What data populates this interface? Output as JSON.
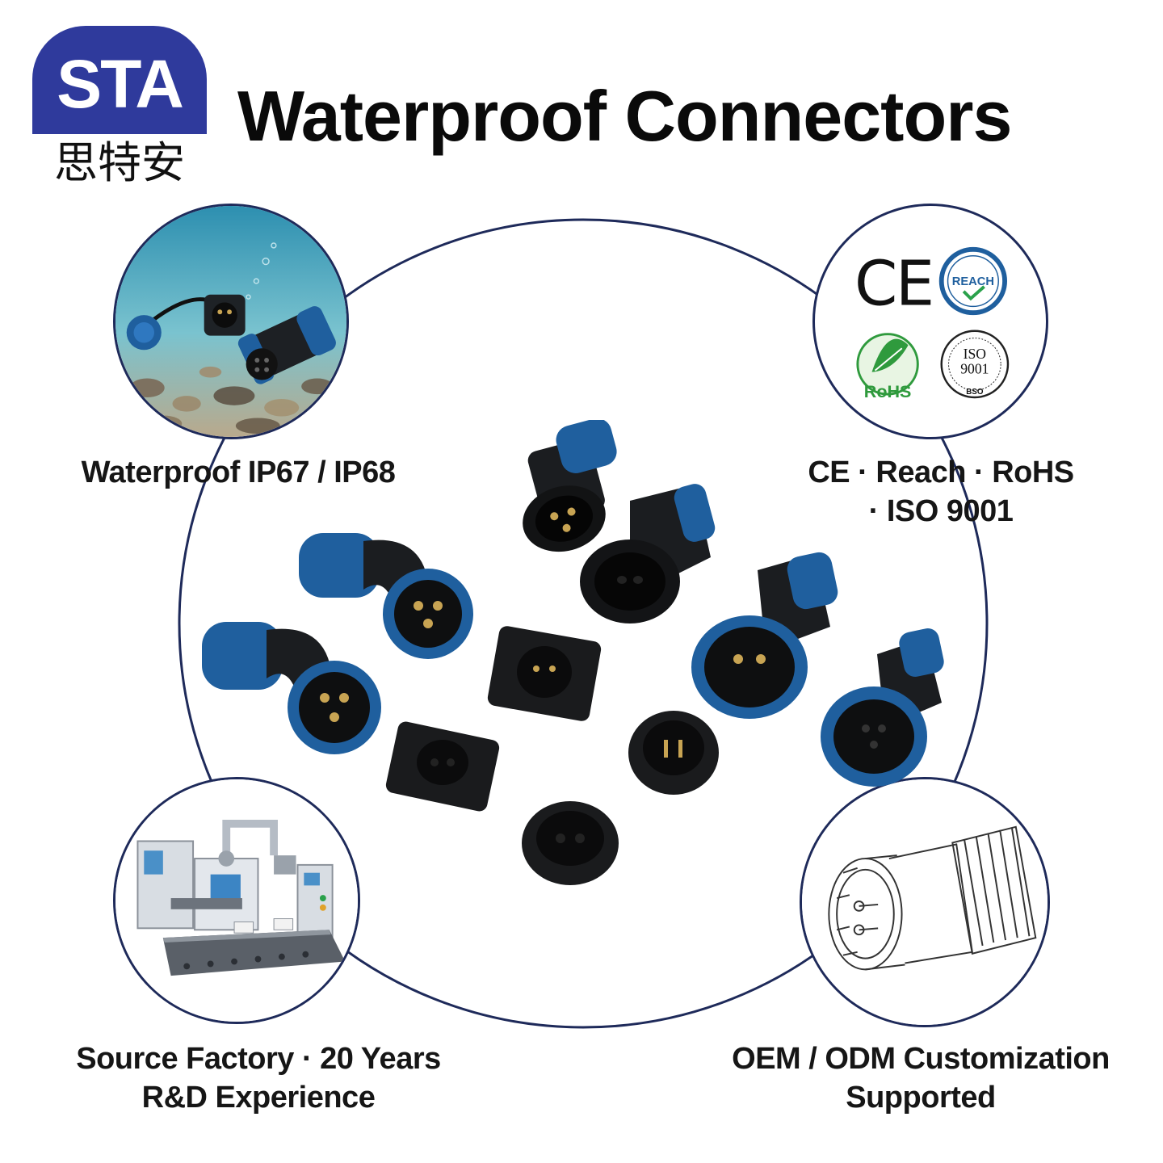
{
  "brand": {
    "logo_text": "STA",
    "logo_cn": "思特安"
  },
  "title": "Waterproof Connectors",
  "features": [
    {
      "id": "waterproof",
      "caption_line1": "Waterproof IP67 / IP68",
      "caption_line2": ""
    },
    {
      "id": "certifications",
      "caption_line1": "CE · Reach · RoHS",
      "caption_line2": "· ISO 9001"
    },
    {
      "id": "factory",
      "caption_line1": "Source Factory · 20 Years",
      "caption_line2": "R&D Experience"
    },
    {
      "id": "oem",
      "caption_line1": "OEM / ODM Customization",
      "caption_line2": "Supported"
    }
  ],
  "certifications": {
    "ce": "CE",
    "reach": "REACH",
    "rohs": "RoHS",
    "iso_line1": "ISO",
    "iso_line2": "9001",
    "iso_sub": "BSO"
  },
  "colors": {
    "brand_blue": "#2f3a9c",
    "connector_blue": "#1f5f9e",
    "ring_navy": "#1e2a5a"
  }
}
